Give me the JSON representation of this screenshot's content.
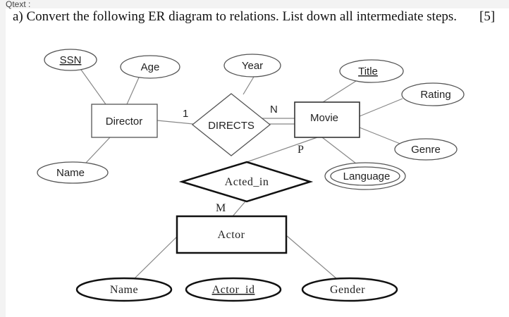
{
  "header": {
    "label": "Qtext :",
    "question": "a) Convert the following ER diagram to relations. List down all intermediate steps.",
    "marks": "[5]"
  },
  "diagram": {
    "entities": {
      "director": "Director",
      "movie": "Movie",
      "actor": "Actor"
    },
    "relationships": {
      "directs": "DIRECTS",
      "acted_in": "Acted_in"
    },
    "attributes": {
      "ssn": "SSN",
      "age": "Age",
      "director_name": "Name",
      "year": "Year",
      "title": "Title",
      "rating": "Rating",
      "genre": "Genre",
      "language": "Language",
      "actor_name": "Name",
      "actor_id": "Actor_id",
      "gender": "Gender"
    },
    "cardinalities": {
      "director_directs": "1",
      "directs_movie": "N",
      "movie_acted_in": "P",
      "acted_in_actor": "M"
    }
  }
}
